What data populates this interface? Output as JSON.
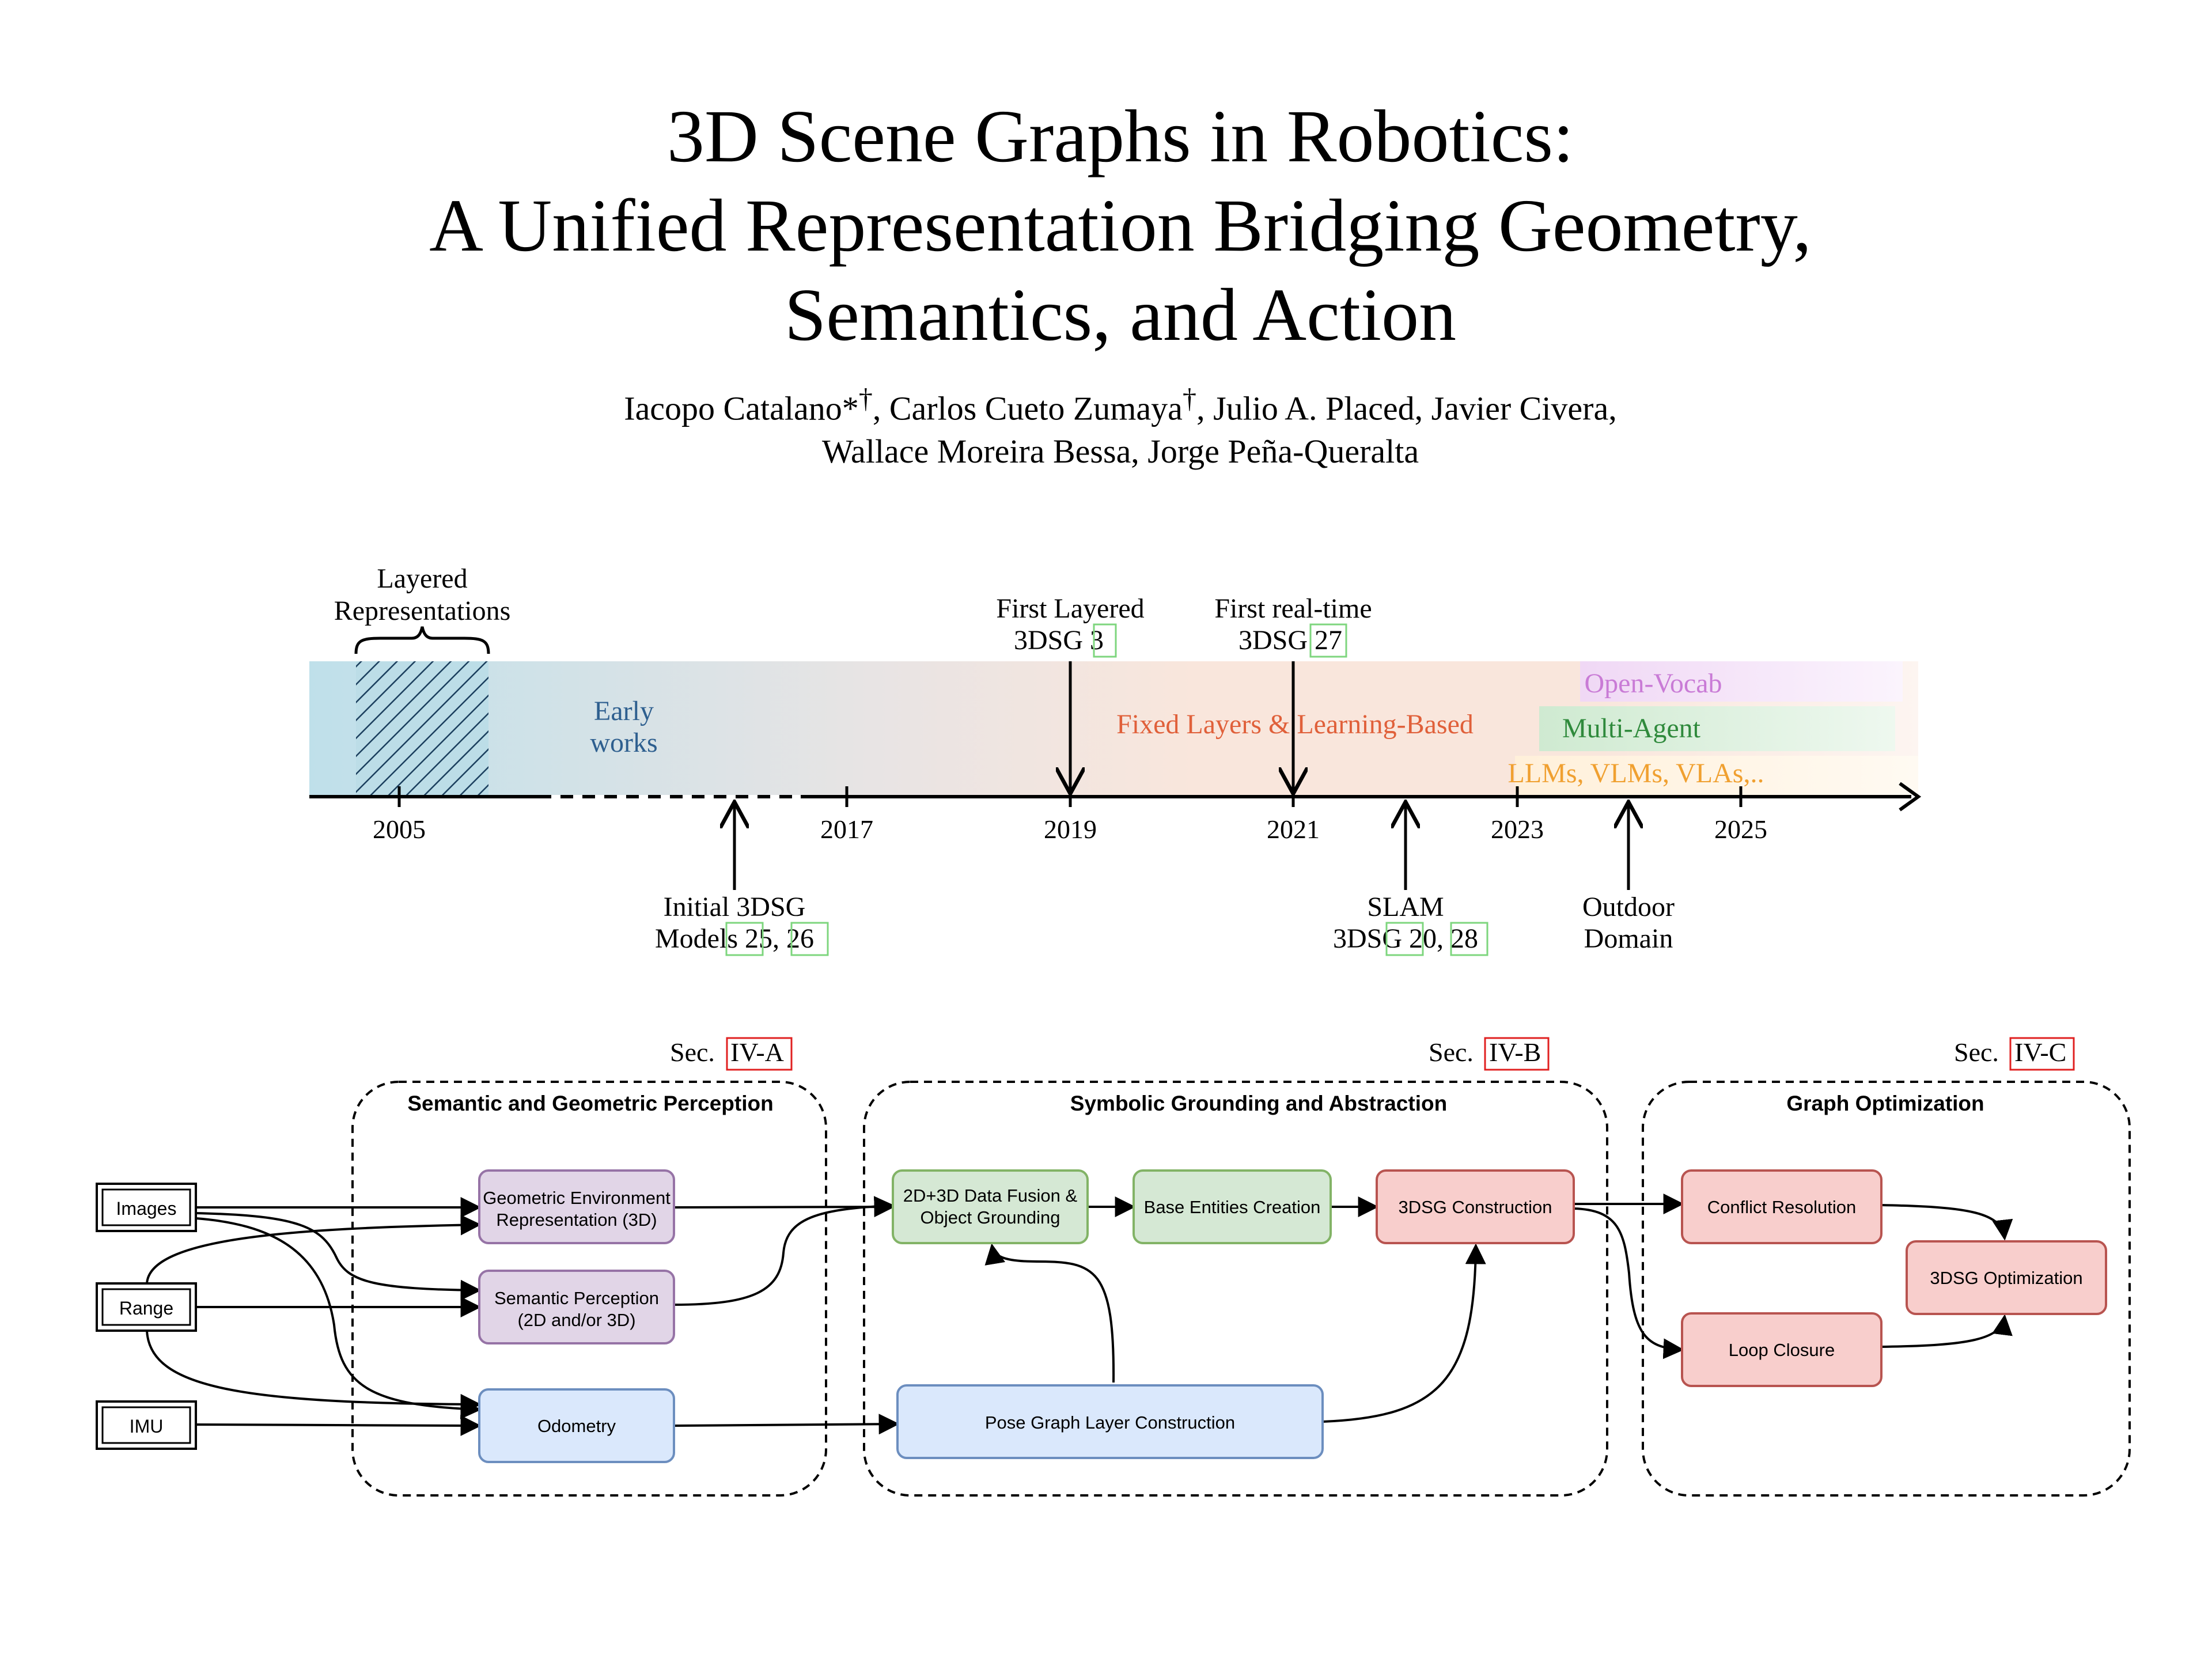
{
  "paper": {
    "title_lines": [
      "3D Scene Graphs in Robotics:",
      "A Unified Representation Bridging Geometry,",
      "Semantics, and Action"
    ],
    "authors": {
      "a1": "Iacopo Catalano*",
      "a1_mark": "†",
      "a2": ", Carlos Cueto Zumaya",
      "a2_mark": "†",
      "a3": ", Julio A. Placed, Javier Civera,",
      "line2": "Wallace Moreira Bessa, Jorge Peña-Queralta"
    }
  },
  "timeline": {
    "years": [
      "2005",
      "2017",
      "2019",
      "2021",
      "2023",
      "2025"
    ],
    "top_label_layered": [
      "Layered",
      "Representations"
    ],
    "early_works": [
      "Early",
      "works"
    ],
    "fixed_layers": "Fixed Layers & Learning-Based",
    "open_vocab": "Open-Vocab",
    "multi_agent": "Multi-Agent",
    "llms": "LLMs, VLMs, VLAs,..",
    "first_layered": {
      "line1": "First Layered",
      "line2": "3DSG ",
      "ref": "3"
    },
    "first_realtime": {
      "line1": "First real-time",
      "line2": "3DSG ",
      "ref": "27"
    },
    "initial": {
      "line1": "Initial 3DSG",
      "line2": "Models ",
      "ref1": "25",
      "sep": ", ",
      "ref2": "26"
    },
    "slam": {
      "line1": "SLAM",
      "line2": "3DSG ",
      "ref1": "20",
      "sep": ", ",
      "ref2": "28"
    },
    "outdoor": [
      "Outdoor",
      "Domain"
    ],
    "colors": {
      "early": "#bfe0ea",
      "fixed": "#f9e6dc",
      "open_vocab": "#f0d8f5",
      "multi_agent": "#d9f0da",
      "llms": "#fff1dc",
      "early_text": "#2e5f8f",
      "fixed_text": "#e0603a",
      "open_vocab_text": "#c97bd6",
      "multi_agent_text": "#2f8a3c",
      "llms_text": "#f0a030"
    }
  },
  "pipeline": {
    "sections": [
      {
        "prefix": "Sec. ",
        "ref": "IV-A",
        "title": "Semantic and Geometric Perception"
      },
      {
        "prefix": "Sec. ",
        "ref": "IV-B",
        "title": "Symbolic Grounding and Abstraction"
      },
      {
        "prefix": "Sec. ",
        "ref": "IV-C",
        "title": "Graph Optimization"
      }
    ],
    "inputs": [
      "Images",
      "Range",
      "IMU"
    ],
    "nodes": {
      "geo_env": [
        "Geometric Environment",
        "Representation (3D)"
      ],
      "semantic": [
        "Semantic Perception",
        "(2D and/or 3D)"
      ],
      "odometry": "Odometry",
      "fusion": [
        "2D+3D Data Fusion &",
        "Object Grounding"
      ],
      "base_entities": "Base Entities Creation",
      "construction": "3DSG Construction",
      "pose_graph": "Pose Graph Layer Construction",
      "conflict": "Conflict Resolution",
      "loop": "Loop Closure",
      "optimization": "3DSG Optimization"
    },
    "colors": {
      "purple_fill": "#e1d5e7",
      "purple_stroke": "#9673a6",
      "blue_fill": "#dae8fc",
      "blue_stroke": "#6c8ebf",
      "green_fill": "#d5e8d4",
      "green_stroke": "#82b366",
      "red_fill": "#f8cecc",
      "red_stroke": "#b85450",
      "ref_box": "#e02020"
    }
  }
}
